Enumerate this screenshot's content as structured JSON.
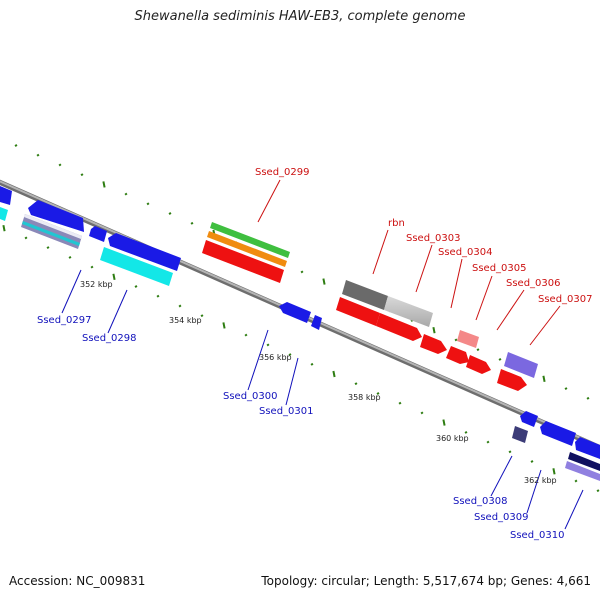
{
  "title": "Shewanella sediminis HAW-EB3, complete genome",
  "accession": "Accession: NC_009831",
  "summary": "Topology: circular; Length: 5,517,674 bp; Genes: 4,661",
  "colors": {
    "backbone": "#8c8c8c",
    "tick": "#2e7d12",
    "top_strand_label": "#cc1111",
    "bottom_strand_label": "#1111bb"
  },
  "coordinates": [
    "352 kbp",
    "354 kbp",
    "356 kbp",
    "358 kbp",
    "360 kbp",
    "362 kbp"
  ],
  "genes_top": [
    "Ssed_0299",
    "rbn",
    "Ssed_0303",
    "Ssed_0304",
    "Ssed_0305",
    "Ssed_0306",
    "Ssed_0307"
  ],
  "genes_bottom": [
    "Ssed_0297",
    "Ssed_0298",
    "Ssed_0300",
    "Ssed_0301",
    "Ssed_0308",
    "Ssed_0309",
    "Ssed_0310"
  ]
}
